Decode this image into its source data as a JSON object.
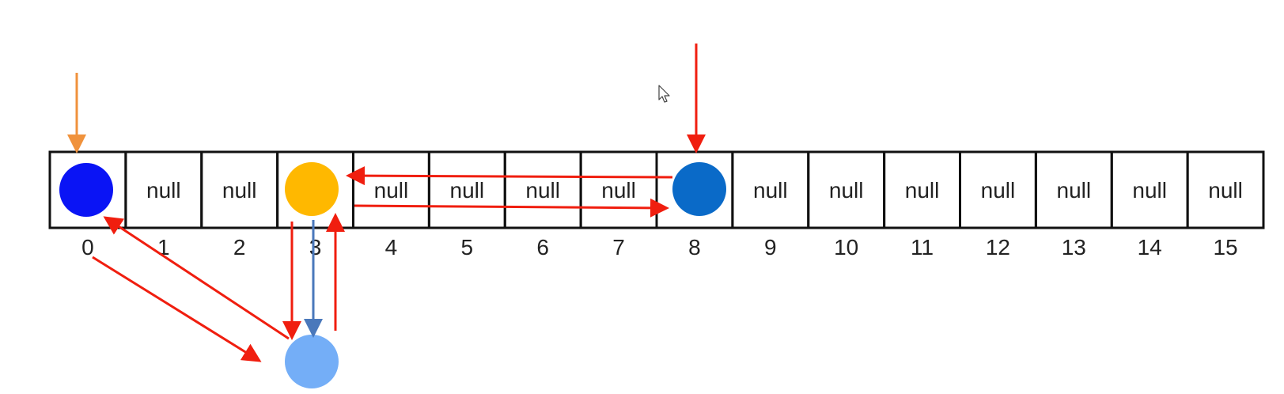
{
  "array": {
    "cells": [
      {
        "index": "0",
        "text": "",
        "node": "node-blue"
      },
      {
        "index": "1",
        "text": "null"
      },
      {
        "index": "2",
        "text": "null"
      },
      {
        "index": "3",
        "text": "",
        "node": "node-yellow"
      },
      {
        "index": "4",
        "text": "null"
      },
      {
        "index": "5",
        "text": "null"
      },
      {
        "index": "6",
        "text": "null"
      },
      {
        "index": "7",
        "text": "null"
      },
      {
        "index": "8",
        "text": "",
        "node": "node-darkblue"
      },
      {
        "index": "9",
        "text": "null"
      },
      {
        "index": "10",
        "text": "null"
      },
      {
        "index": "11",
        "text": "null"
      },
      {
        "index": "12",
        "text": "null"
      },
      {
        "index": "13",
        "text": "null"
      },
      {
        "index": "14",
        "text": "null"
      },
      {
        "index": "15",
        "text": "null"
      }
    ]
  },
  "colors": {
    "grid_border": "#111111",
    "node_blue": "#0a14f5",
    "node_yellow": "#ffb800",
    "node_darkblue": "#0a6ac8",
    "node_lightblue": "#74aef7",
    "arrow_red": "#f01e0f",
    "arrow_orange": "#f0923c",
    "arrow_steel": "#4a78bb",
    "cursor": "#444444"
  },
  "icons": {
    "cursor": "mouse-pointer-icon"
  }
}
